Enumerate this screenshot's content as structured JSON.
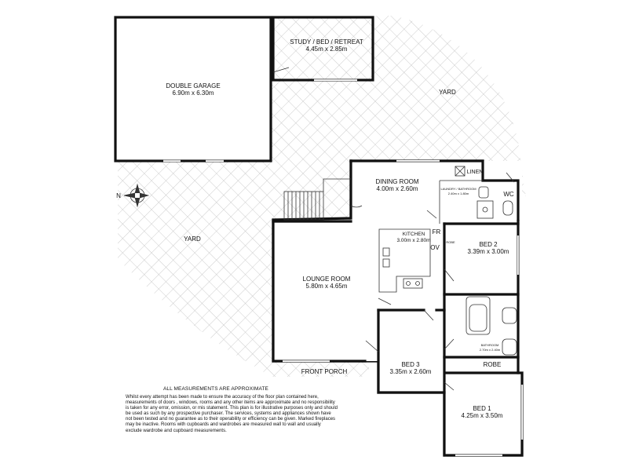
{
  "rooms": {
    "double_garage": {
      "name": "DOUBLE GARAGE",
      "dims": "6.90m x 6.30m"
    },
    "study": {
      "name": "STUDY / BED / RETREAT",
      "dims": "4.45m x 2.85m"
    },
    "dining": {
      "name": "DINING ROOM",
      "dims": "4.00m x 2.60m"
    },
    "kitchen": {
      "name": "KITCHEN",
      "dims": "3.00m x 2.80m"
    },
    "laundry": {
      "name": "LAUNDRY / BATHROOM",
      "dims": "2.40m x 1.80m"
    },
    "lounge": {
      "name": "LOUNGE ROOM",
      "dims": "5.80m x 4.65m"
    },
    "bed2": {
      "name": "BED 2",
      "dims": "3.39m x 3.00m"
    },
    "bed3": {
      "name": "BED 3",
      "dims": "3.35m x 2.60m"
    },
    "bed1": {
      "name": "BED 1",
      "dims": "4.25m x 3.50m"
    },
    "bathroom": {
      "name": "BATHROOM",
      "dims": "2.70m x 2.40m"
    }
  },
  "labels": {
    "yard_top": "YARD",
    "yard_left": "YARD",
    "front_porch": "FRONT PORCH",
    "linen": "LINEN",
    "wc": "WC",
    "fr": "FR",
    "ov": "OV",
    "robe_small": "ROBE",
    "robe": "ROBE",
    "compass_n": "N"
  },
  "disclaimer": {
    "title": "ALL MEASUREMENTS ARE APPROXIMATE",
    "body": "Whilst every attempt has been made to ensure the accuracy of the floor plan contained here, measurements of doors , windows, rooms and any other items are approximate and no responsibility is taken for any error, omission, or mis statement. This plan is for illustrative purposes only and should be used as such by any prospective purchaser. The services, systems and appliances shown have not been tested and no guarantee as to their operability or efficiency can be given. Marked fireplaces may be inactive. Rooms with cupboards and wardrobes are measured wall to wall and usually exclude wardrobe and cupboard measurements."
  },
  "colors": {
    "wall": "#111111",
    "hatch": "#c8c8c8",
    "background": "#ffffff"
  }
}
